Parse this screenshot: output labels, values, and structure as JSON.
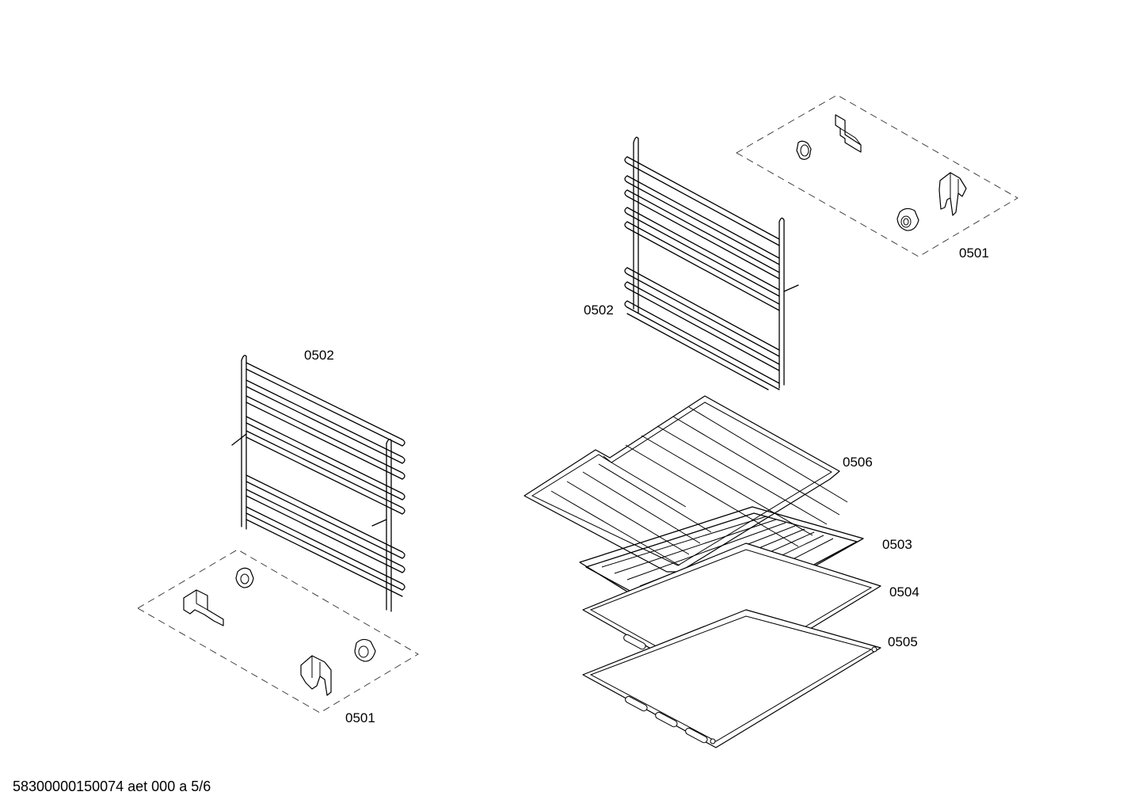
{
  "labels": {
    "top_right_group": "0501",
    "top_rack": "0502",
    "left_rack": "0502",
    "left_group": "0501",
    "enamel_tray": "0506",
    "wire_shelf": "0503",
    "baking_tray": "0504",
    "deep_tray": "0505"
  },
  "footer": {
    "drawing_id": "58300000150074 aet 000 a 5/6"
  }
}
